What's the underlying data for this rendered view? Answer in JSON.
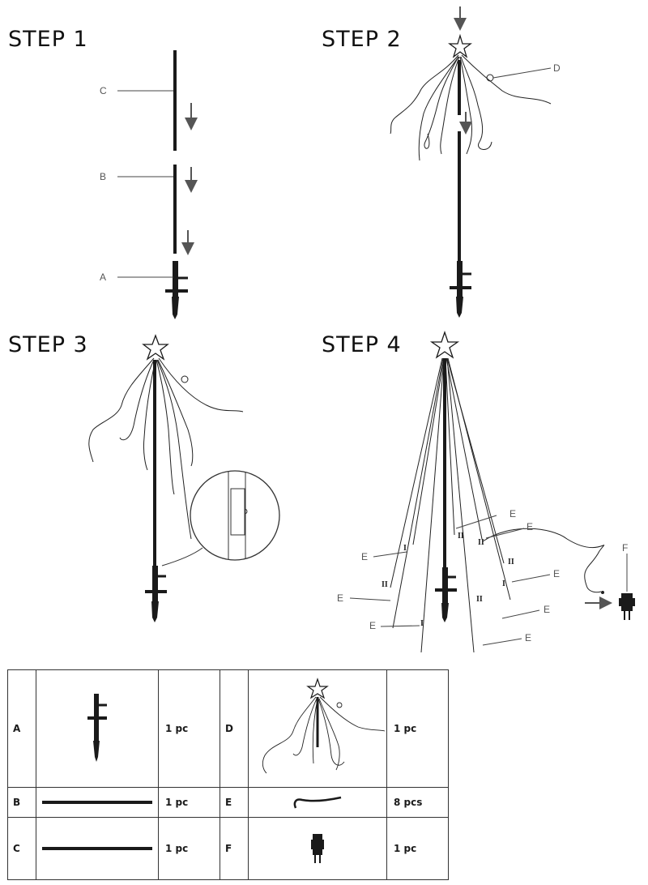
{
  "steps": [
    {
      "title": "STEP 1",
      "labels": [
        "C",
        "B",
        "A"
      ]
    },
    {
      "title": "STEP 2",
      "labels": [
        "D"
      ]
    },
    {
      "title": "STEP 3",
      "labels": []
    },
    {
      "title": "STEP 4",
      "labels": [
        "E",
        "E",
        "E",
        "E",
        "E",
        "E",
        "E",
        "E",
        "F"
      ],
      "markers": [
        "I",
        "II"
      ]
    }
  ],
  "parts_table": {
    "rows": [
      {
        "left_letter": "A",
        "left_qty": "1 pc",
        "left_icon": "ground-stake-icon",
        "right_letter": "D",
        "right_qty": "1 pc",
        "right_icon": "light-strings-with-star-icon"
      },
      {
        "left_letter": "B",
        "left_qty": "1 pc",
        "left_icon": "pole-segment-icon",
        "right_letter": "E",
        "right_qty": "8 pcs",
        "right_icon": "hook-peg-icon"
      },
      {
        "left_letter": "C",
        "left_qty": "1 pc",
        "left_icon": "pole-segment-icon",
        "right_letter": "F",
        "right_qty": "1 pc",
        "right_icon": "power-adapter-icon"
      }
    ]
  },
  "colors": {
    "ink": "#1a1a1a",
    "arrow": "#555555",
    "line": "#444444"
  }
}
